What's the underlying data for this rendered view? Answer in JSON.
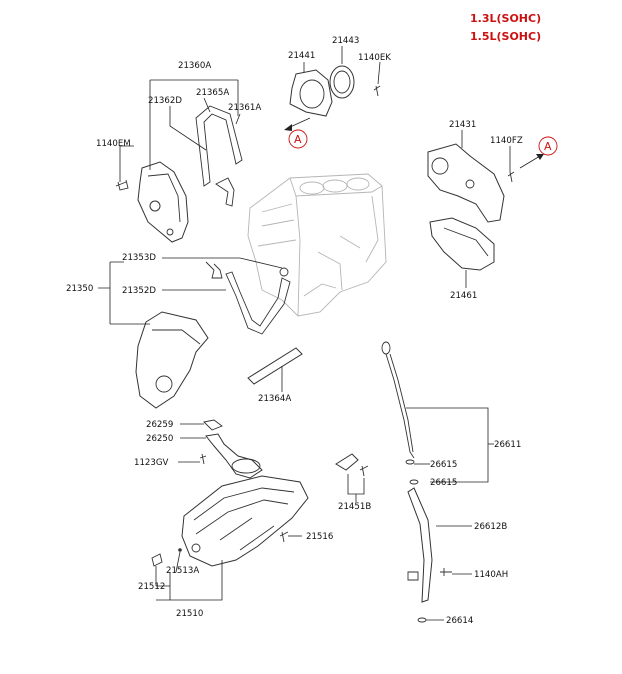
{
  "titles": {
    "line1": "1.3L(SOHC)",
    "line2": "1.5L(SOHC)"
  },
  "ref_marker": "A",
  "parts": {
    "p21360A": "21360A",
    "p21362D": "21362D",
    "p21365A": "21365A",
    "p21361A": "21361A",
    "p1140EM": "1140EM",
    "p21441": "21441",
    "p21443": "21443",
    "p1140EK": "1140EK",
    "p21431": "21431",
    "p1140FZ": "1140FZ",
    "p21461": "21461",
    "p21353D": "21353D",
    "p21350": "21350",
    "p21352D": "21352D",
    "p21364A": "21364A",
    "p26259": "26259",
    "p26250": "26250",
    "p1123GV": "1123GV",
    "p21451B": "21451B",
    "p26611": "26611",
    "p26615a": "26615",
    "p26615b": "26615",
    "p26612B": "26612B",
    "p21516": "21516",
    "p21513A": "21513A",
    "p21512": "21512",
    "p21510": "21510",
    "p1140AH": "1140AH",
    "p26614": "26614"
  },
  "colors": {
    "accent": "#cc1111",
    "line": "#222222",
    "block": "#b5b5b5"
  }
}
